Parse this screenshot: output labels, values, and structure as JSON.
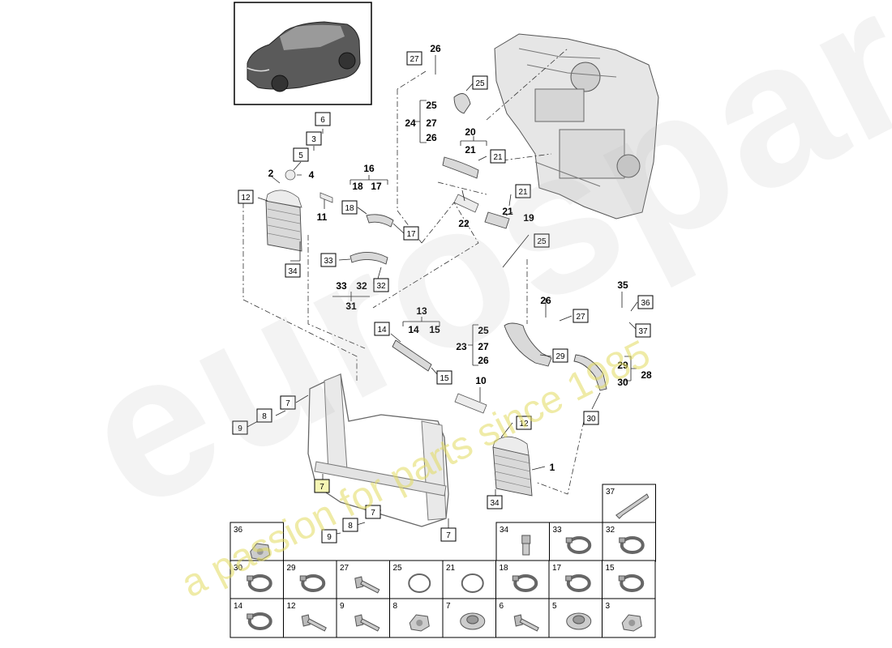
{
  "watermark": {
    "brand": "eurospares",
    "tagline": "a passion for parts since 1985"
  },
  "callouts": {
    "n1": "1",
    "n2": "2",
    "n3": "3",
    "n4": "4",
    "n5": "5",
    "n6": "6",
    "n7": "7",
    "n8": "8",
    "n9": "9",
    "n10": "10",
    "n11": "11",
    "n12": "12",
    "n13": "13",
    "n14": "14",
    "n15": "15",
    "n16": "16",
    "n17": "17",
    "n18": "18",
    "n19": "19",
    "n20": "20",
    "n21": "21",
    "n22": "22",
    "n23": "23",
    "n24": "24",
    "n25": "25",
    "n26": "26",
    "n27": "27",
    "n28": "28",
    "n29": "29",
    "n30": "30",
    "n31": "31",
    "n32": "32",
    "n33": "33",
    "n34": "34",
    "n35": "35",
    "n36": "36",
    "n37": "37"
  },
  "parts_table": [
    "37",
    "36",
    "34",
    "33",
    "32",
    "30",
    "29",
    "27",
    "25",
    "21",
    "18",
    "17",
    "15",
    "14",
    "12",
    "9",
    "8",
    "7",
    "6",
    "5",
    "3"
  ]
}
